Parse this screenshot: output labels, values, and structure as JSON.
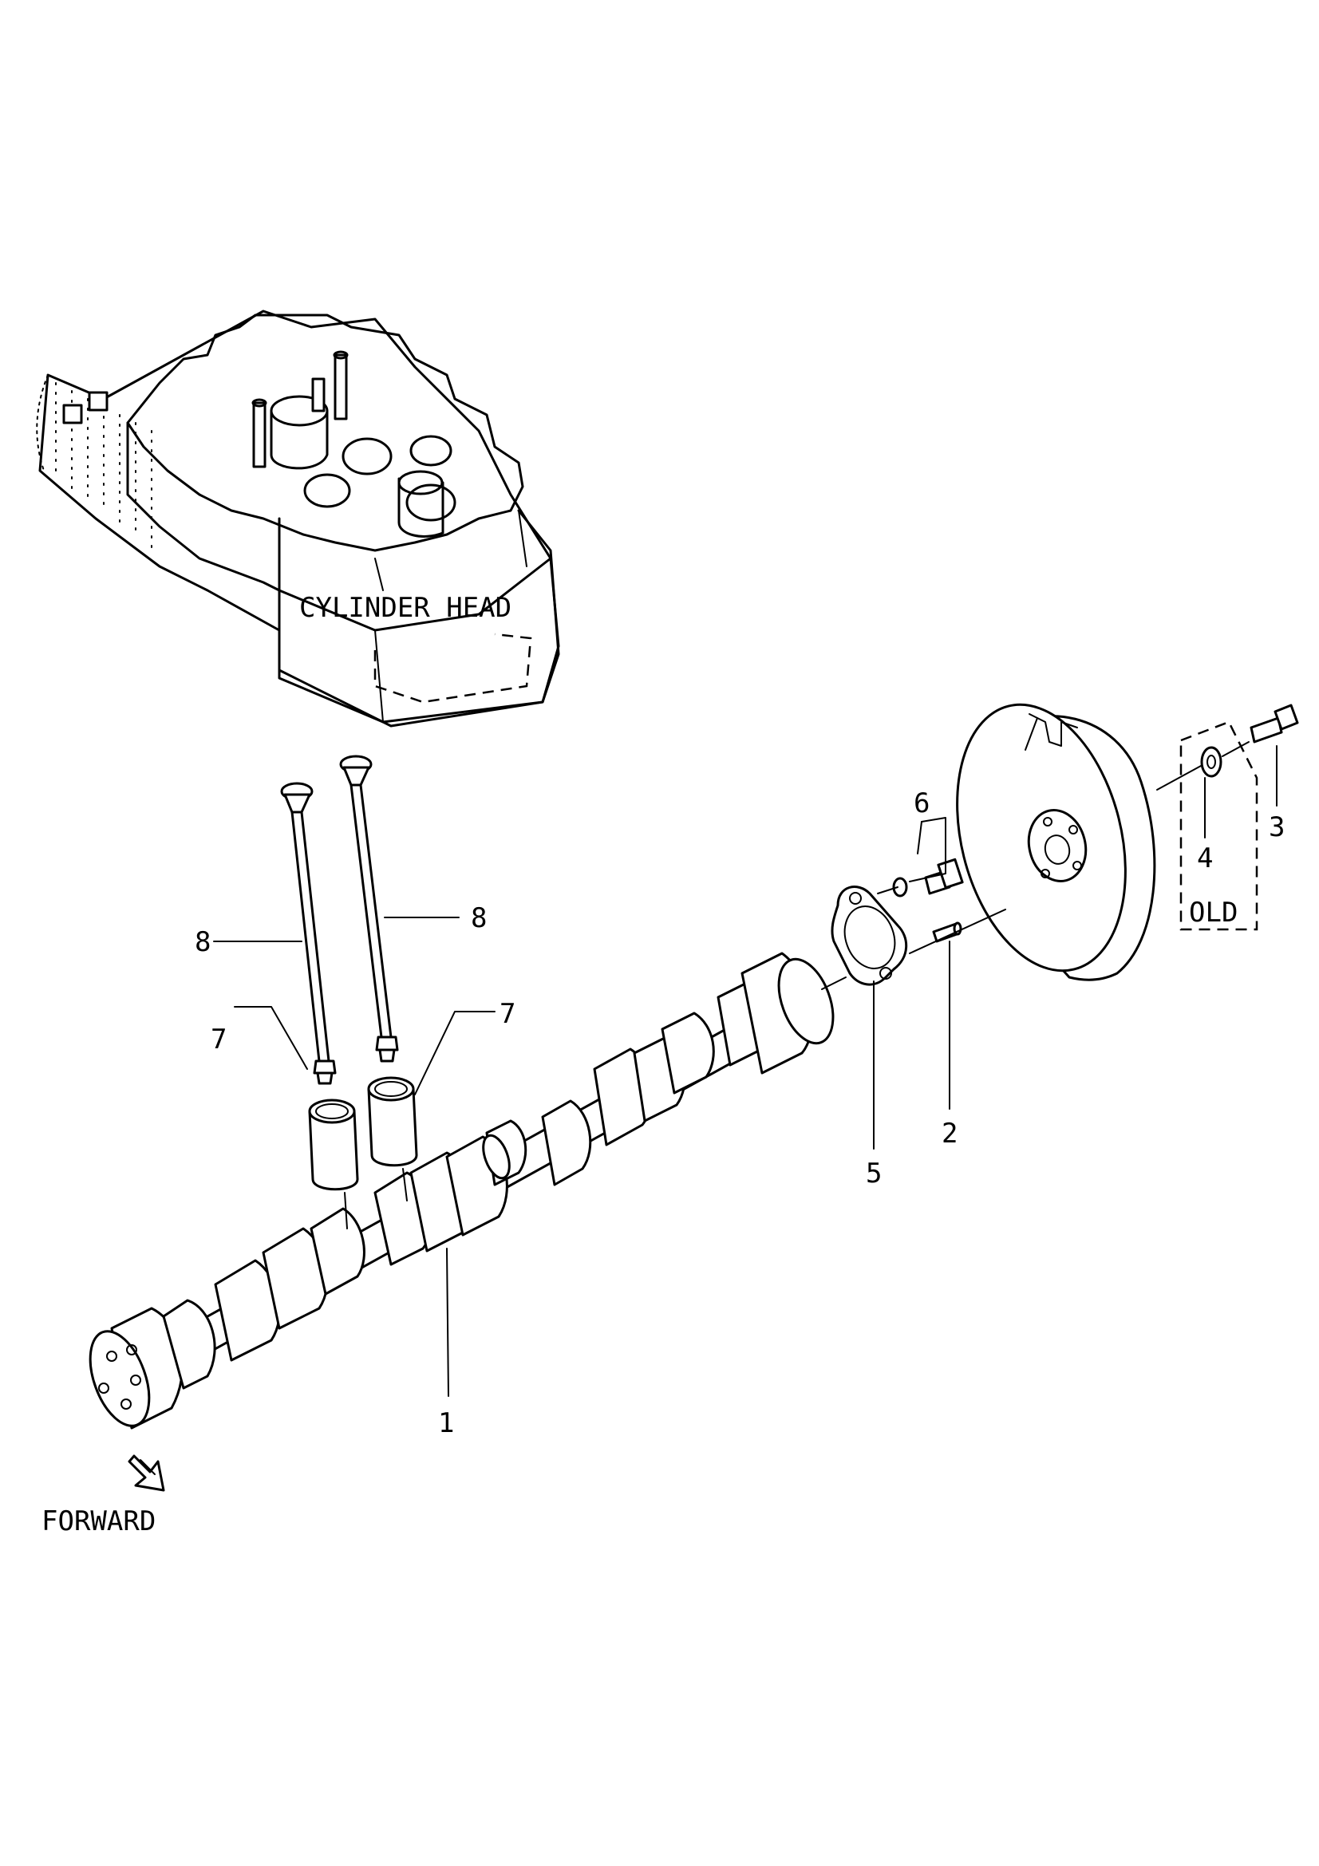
{
  "labels": {
    "cylinder_head": "CYLINDER HEAD",
    "forward": "FORWARD",
    "old": "OLD"
  },
  "callouts": {
    "c1": "1",
    "c2": "2",
    "c3": "3",
    "c4": "4",
    "c5": "5",
    "c6": "6",
    "c7_left": "7",
    "c7_right": "7",
    "c8_left": "8",
    "c8_right": "8"
  },
  "colors": {
    "ink": "#000000",
    "paper": "#ffffff"
  }
}
